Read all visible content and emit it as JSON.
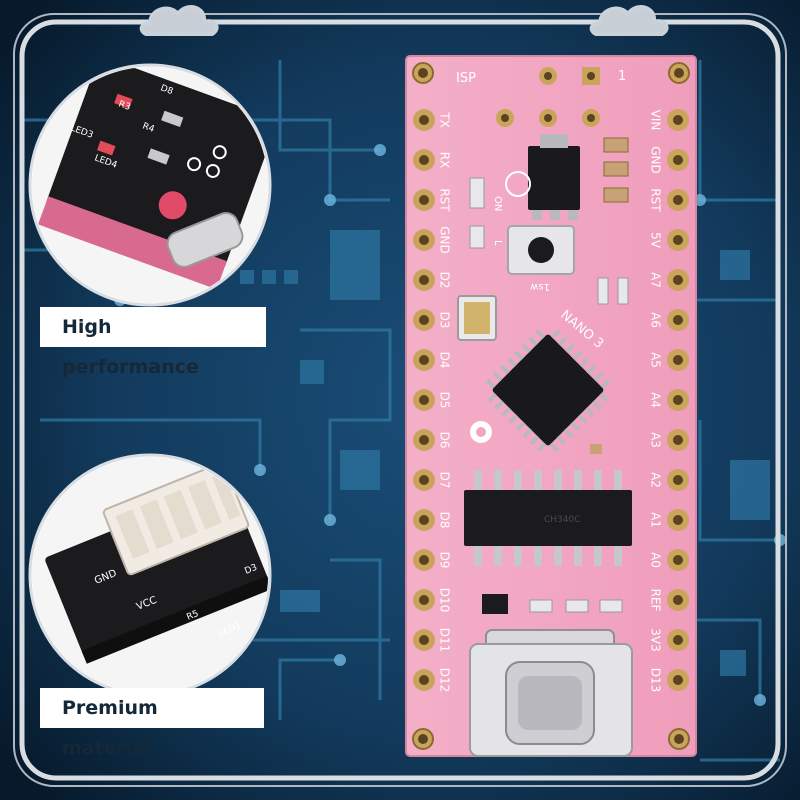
{
  "captions": {
    "top": "High performance",
    "bottom": "Premium material"
  },
  "board": {
    "header_labels": {
      "isp": "ISP",
      "pin_one": "1"
    },
    "left_pins": [
      "TX",
      "RX",
      "RST",
      "GND",
      "D2",
      "D3",
      "D4",
      "D5",
      "D6",
      "D7",
      "D8",
      "D9",
      "D10",
      "D11",
      "D12"
    ],
    "right_pins": [
      "VIN",
      "GND",
      "RST",
      "5V",
      "A7",
      "A6",
      "A5",
      "A4",
      "A3",
      "A2",
      "A1",
      "A0",
      "REF",
      "3V3",
      "D13"
    ],
    "silkscreen": {
      "on": "ON",
      "led": "L",
      "model": "NANO 3",
      "button": "1sw"
    },
    "ic_marking": "CH340C"
  },
  "inset_top": {
    "labels": [
      "LED3",
      "LED4",
      "R3",
      "R4",
      "D8"
    ]
  },
  "inset_bottom": {
    "labels": [
      "GND",
      "VCC",
      "R5",
      "LED1",
      "D3"
    ]
  },
  "colors": {
    "background": "#0d2a44",
    "circuit_lines": "#2a6c95",
    "pcb_pink": "#f2a6c1",
    "pcb_black": "#1b1b1d",
    "connector_white": "#f1ebe3",
    "caption_bg": "#ffffff",
    "caption_text": "#152838"
  }
}
